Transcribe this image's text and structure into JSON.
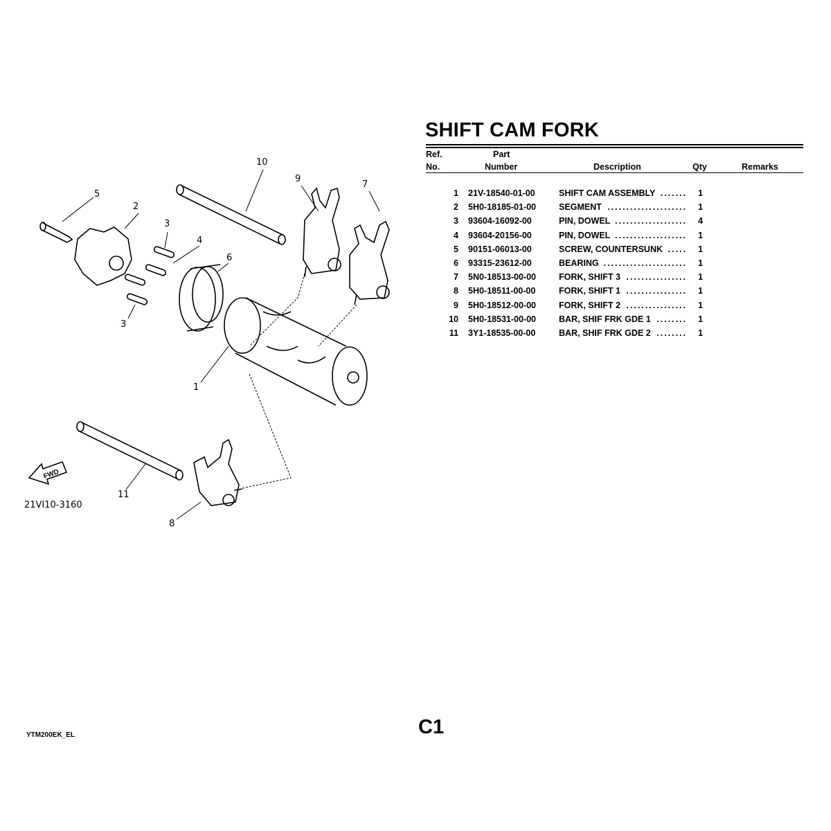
{
  "title": "SHIFT CAM FORK",
  "table": {
    "headers": {
      "ref_line1": "Ref.",
      "ref_line2": "No.",
      "part_line1": "Part",
      "part_line2": "Number",
      "description": "Description",
      "qty": "Qty",
      "remarks": "Remarks"
    },
    "rows": [
      {
        "ref": "1",
        "part": "21V-18540-01-00",
        "desc": "SHIFT CAM ASSEMBLY",
        "qty": "1"
      },
      {
        "ref": "2",
        "part": "5H0-18185-01-00",
        "desc": "SEGMENT",
        "qty": "1"
      },
      {
        "ref": "3",
        "part": "93604-16092-00",
        "desc": "PIN, DOWEL",
        "qty": "4"
      },
      {
        "ref": "4",
        "part": "93604-20156-00",
        "desc": "PIN, DOWEL",
        "qty": "1"
      },
      {
        "ref": "5",
        "part": "90151-06013-00",
        "desc": "SCREW, COUNTERSUNK",
        "qty": "1"
      },
      {
        "ref": "6",
        "part": "93315-23612-00",
        "desc": "BEARING",
        "qty": "1"
      },
      {
        "ref": "7",
        "part": "5N0-18513-00-00",
        "desc": "FORK, SHIFT 3",
        "qty": "1"
      },
      {
        "ref": "8",
        "part": "5H0-18511-00-00",
        "desc": "FORK, SHIFT 1",
        "qty": "1"
      },
      {
        "ref": "9",
        "part": "5H0-18512-00-00",
        "desc": "FORK, SHIFT 2",
        "qty": "1"
      },
      {
        "ref": "10",
        "part": "5H0-18531-00-00",
        "desc": "BAR, SHIF FRK GDE 1",
        "qty": "1"
      },
      {
        "ref": "11",
        "part": "3Y1-18535-00-00",
        "desc": "BAR, SHIF FRK GDE 2",
        "qty": "1"
      }
    ]
  },
  "diagram": {
    "callouts": [
      "10",
      "9",
      "7",
      "5",
      "2",
      "3",
      "4",
      "6",
      "3",
      "1",
      "11",
      "8"
    ],
    "fwd_label": "FWD",
    "drawing_code": "21VI10-3160"
  },
  "footer": {
    "doc_code": "YTM200EK_EL",
    "page": "C1"
  }
}
